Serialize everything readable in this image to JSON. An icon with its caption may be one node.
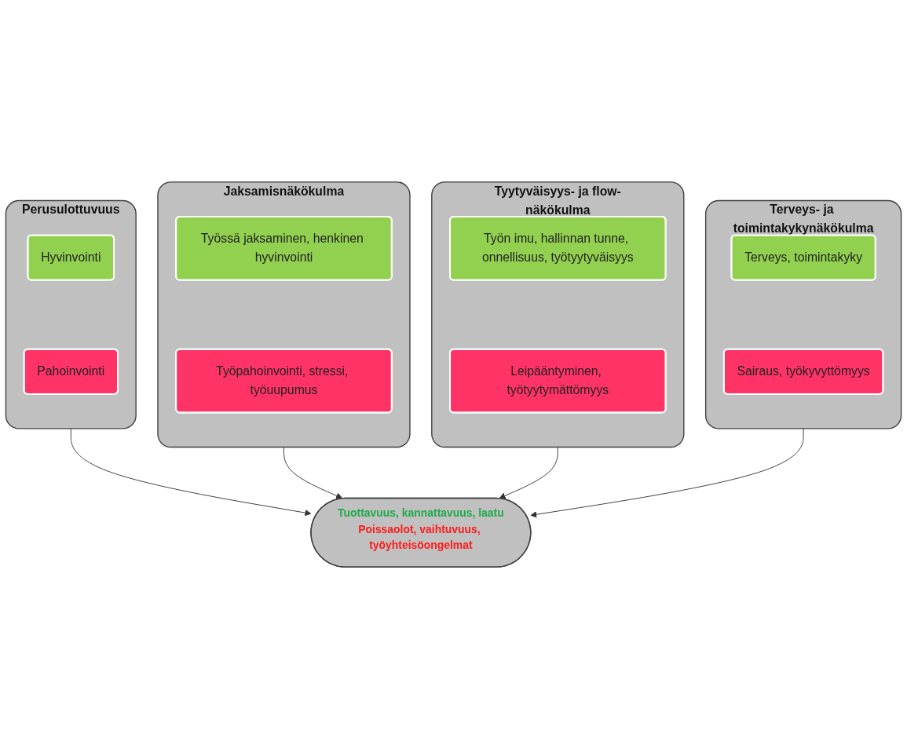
{
  "diagram": {
    "nodes": [
      {
        "text": [
          "Perusulottuvuus"
        ]
      },
      {
        "text": [
          "Hyvinvointi"
        ],
        "in": 0
      },
      {
        "text": [
          "Pahoinvointi"
        ],
        "in": 0
      },
      {
        "text": [
          "Jaksamisnäkökulma"
        ]
      },
      {
        "text": [
          "Työssä jaksaminen, henkinen hyvinvointi"
        ],
        "in": 3
      },
      {
        "text": [
          "Työpahoinvointi, stressi, työuupumus"
        ],
        "in": 3
      },
      {
        "text": [
          "Tyytyväisyys- ja flow-näkökulma"
        ]
      },
      {
        "text": [
          "Työn imu, hallinnan tunne, onnellisuus, työtyytyväisyys"
        ],
        "in": 6
      },
      {
        "text": [
          "Leipääntyminen, työtyytymättömyys"
        ],
        "in": 6
      },
      {
        "text": [
          "Terveys- ja toimintakykynäkökulma"
        ]
      },
      {
        "text": [
          "Terveys, toimintakyky"
        ],
        "in": 9
      },
      {
        "text": [
          "Sairaus, työkyvyttömyys"
        ],
        "in": 9
      },
      {
        "text": [
          "Tuottavuus, kannattavuus, laatu",
          "Poissaolot, vaihtuvuus, työyhteisöongelmat"
        ]
      }
    ],
    "edges": [
      {
        "from": 0,
        "to": 12,
        "arrow": "to"
      },
      {
        "from": 3,
        "to": 12,
        "arrow": "to"
      },
      {
        "from": 6,
        "to": 12,
        "arrow": "to"
      },
      {
        "from": 9,
        "to": 12,
        "arrow": "to"
      }
    ]
  }
}
